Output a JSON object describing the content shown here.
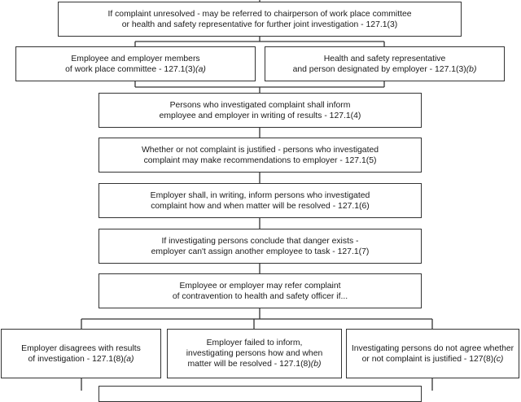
{
  "boxes": [
    {
      "lines": [
        [
          {
            "t": "If complaint unresolved - may be referred to chairperson of work place committee"
          }
        ],
        [
          {
            "t": "or health and safety representative for further joint investigation - 127.1(3)"
          }
        ]
      ]
    },
    {
      "lines": [
        [
          {
            "t": "Employee and employer members"
          }
        ],
        [
          {
            "t": "of work place committee - 127.1(3)"
          },
          {
            "t": "(a)",
            "i": true
          }
        ]
      ]
    },
    {
      "lines": [
        [
          {
            "t": "Health and safety representative"
          }
        ],
        [
          {
            "t": "and person designated by employer - 127.1(3)"
          },
          {
            "t": "(b)",
            "i": true
          }
        ]
      ]
    },
    {
      "lines": [
        [
          {
            "t": "Persons who investigated complaint shall inform"
          }
        ],
        [
          {
            "t": "employee and employer in writing of results - 127.1(4)"
          }
        ]
      ]
    },
    {
      "lines": [
        [
          {
            "t": "Whether or not complaint is justified - persons who investigated"
          }
        ],
        [
          {
            "t": "complaint may make recommendations to employer - 127.1(5)"
          }
        ]
      ]
    },
    {
      "lines": [
        [
          {
            "t": "Employer shall, in writing, inform persons who investigated"
          }
        ],
        [
          {
            "t": "complaint how and when matter will be resolved - 127.1(6)"
          }
        ]
      ]
    },
    {
      "lines": [
        [
          {
            "t": "If investigating persons conclude that danger exists -"
          }
        ],
        [
          {
            "t": "employer can't assign another employee to task - 127.1(7)"
          }
        ]
      ]
    },
    {
      "lines": [
        [
          {
            "t": "Employee or employer may refer complaint"
          }
        ],
        [
          {
            "t": "of contravention to health and safety officer if..."
          }
        ]
      ]
    },
    {
      "lines": [
        [
          {
            "t": "Employer disagrees with results"
          }
        ],
        [
          {
            "t": "of investigation - 127.1(8)"
          },
          {
            "t": "(a)",
            "i": true
          }
        ]
      ]
    },
    {
      "lines": [
        [
          {
            "t": "Employer failed to inform,"
          }
        ],
        [
          {
            "t": "investigating persons how and when"
          }
        ],
        [
          {
            "t": "matter will be resolved - 127.1(8)"
          },
          {
            "t": "(b)",
            "i": true
          }
        ]
      ]
    },
    {
      "lines": [
        [
          {
            "t": "Investigating persons do not agree whether"
          }
        ],
        [
          {
            "t": "or not complaint is justified - 127(8)"
          },
          {
            "t": "(c)",
            "i": true
          }
        ]
      ]
    },
    {
      "lines": []
    }
  ]
}
